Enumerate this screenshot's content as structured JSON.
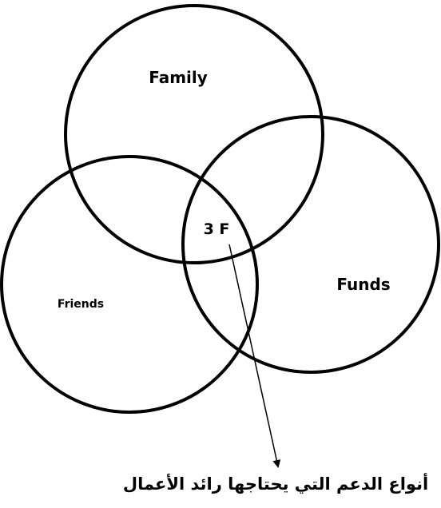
{
  "diagram": {
    "circles": {
      "family": "Family",
      "friends": "Friends",
      "funds": "Funds"
    },
    "intersection_label": "3 F",
    "caption": "أنواع الدعم التي يحتاجها رائد الأعمال"
  }
}
